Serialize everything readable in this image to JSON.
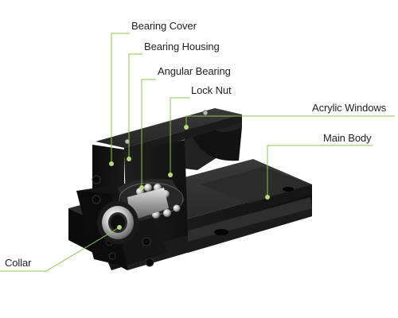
{
  "diagram": {
    "labels": {
      "bearing_cover": "Bearing Cover",
      "bearing_housing": "Bearing Housing",
      "angular_bearing": "Angular Bearing",
      "lock_nut": "Lock Nut",
      "acrylic_windows": "Acrylic Windows",
      "main_body": "Main Body",
      "collar": "Collar"
    },
    "colors": {
      "leader_line": "#8fc14c",
      "marker_dot": "#b7d97f",
      "body_black": "#151515"
    }
  }
}
